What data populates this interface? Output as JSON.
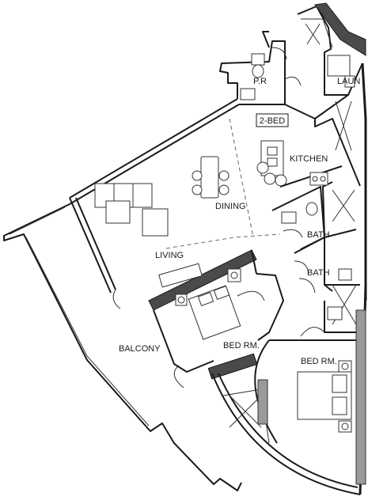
{
  "plan": {
    "unit_tag": "2-BED",
    "rooms": {
      "pr": "P.R",
      "laundry": "LAUN",
      "kitchen": "KITCHEN",
      "dining": "DINING",
      "living": "LIVING",
      "bath_1": "BATH",
      "bath_2": "BATH",
      "balcony": "BALCONY",
      "bedroom_1": "BED RM.",
      "bedroom_2": "BED RM."
    },
    "colors": {
      "wall": "#1a1a1a",
      "structure": "#4a4a4a",
      "glazing": "#9a9a9a"
    }
  }
}
